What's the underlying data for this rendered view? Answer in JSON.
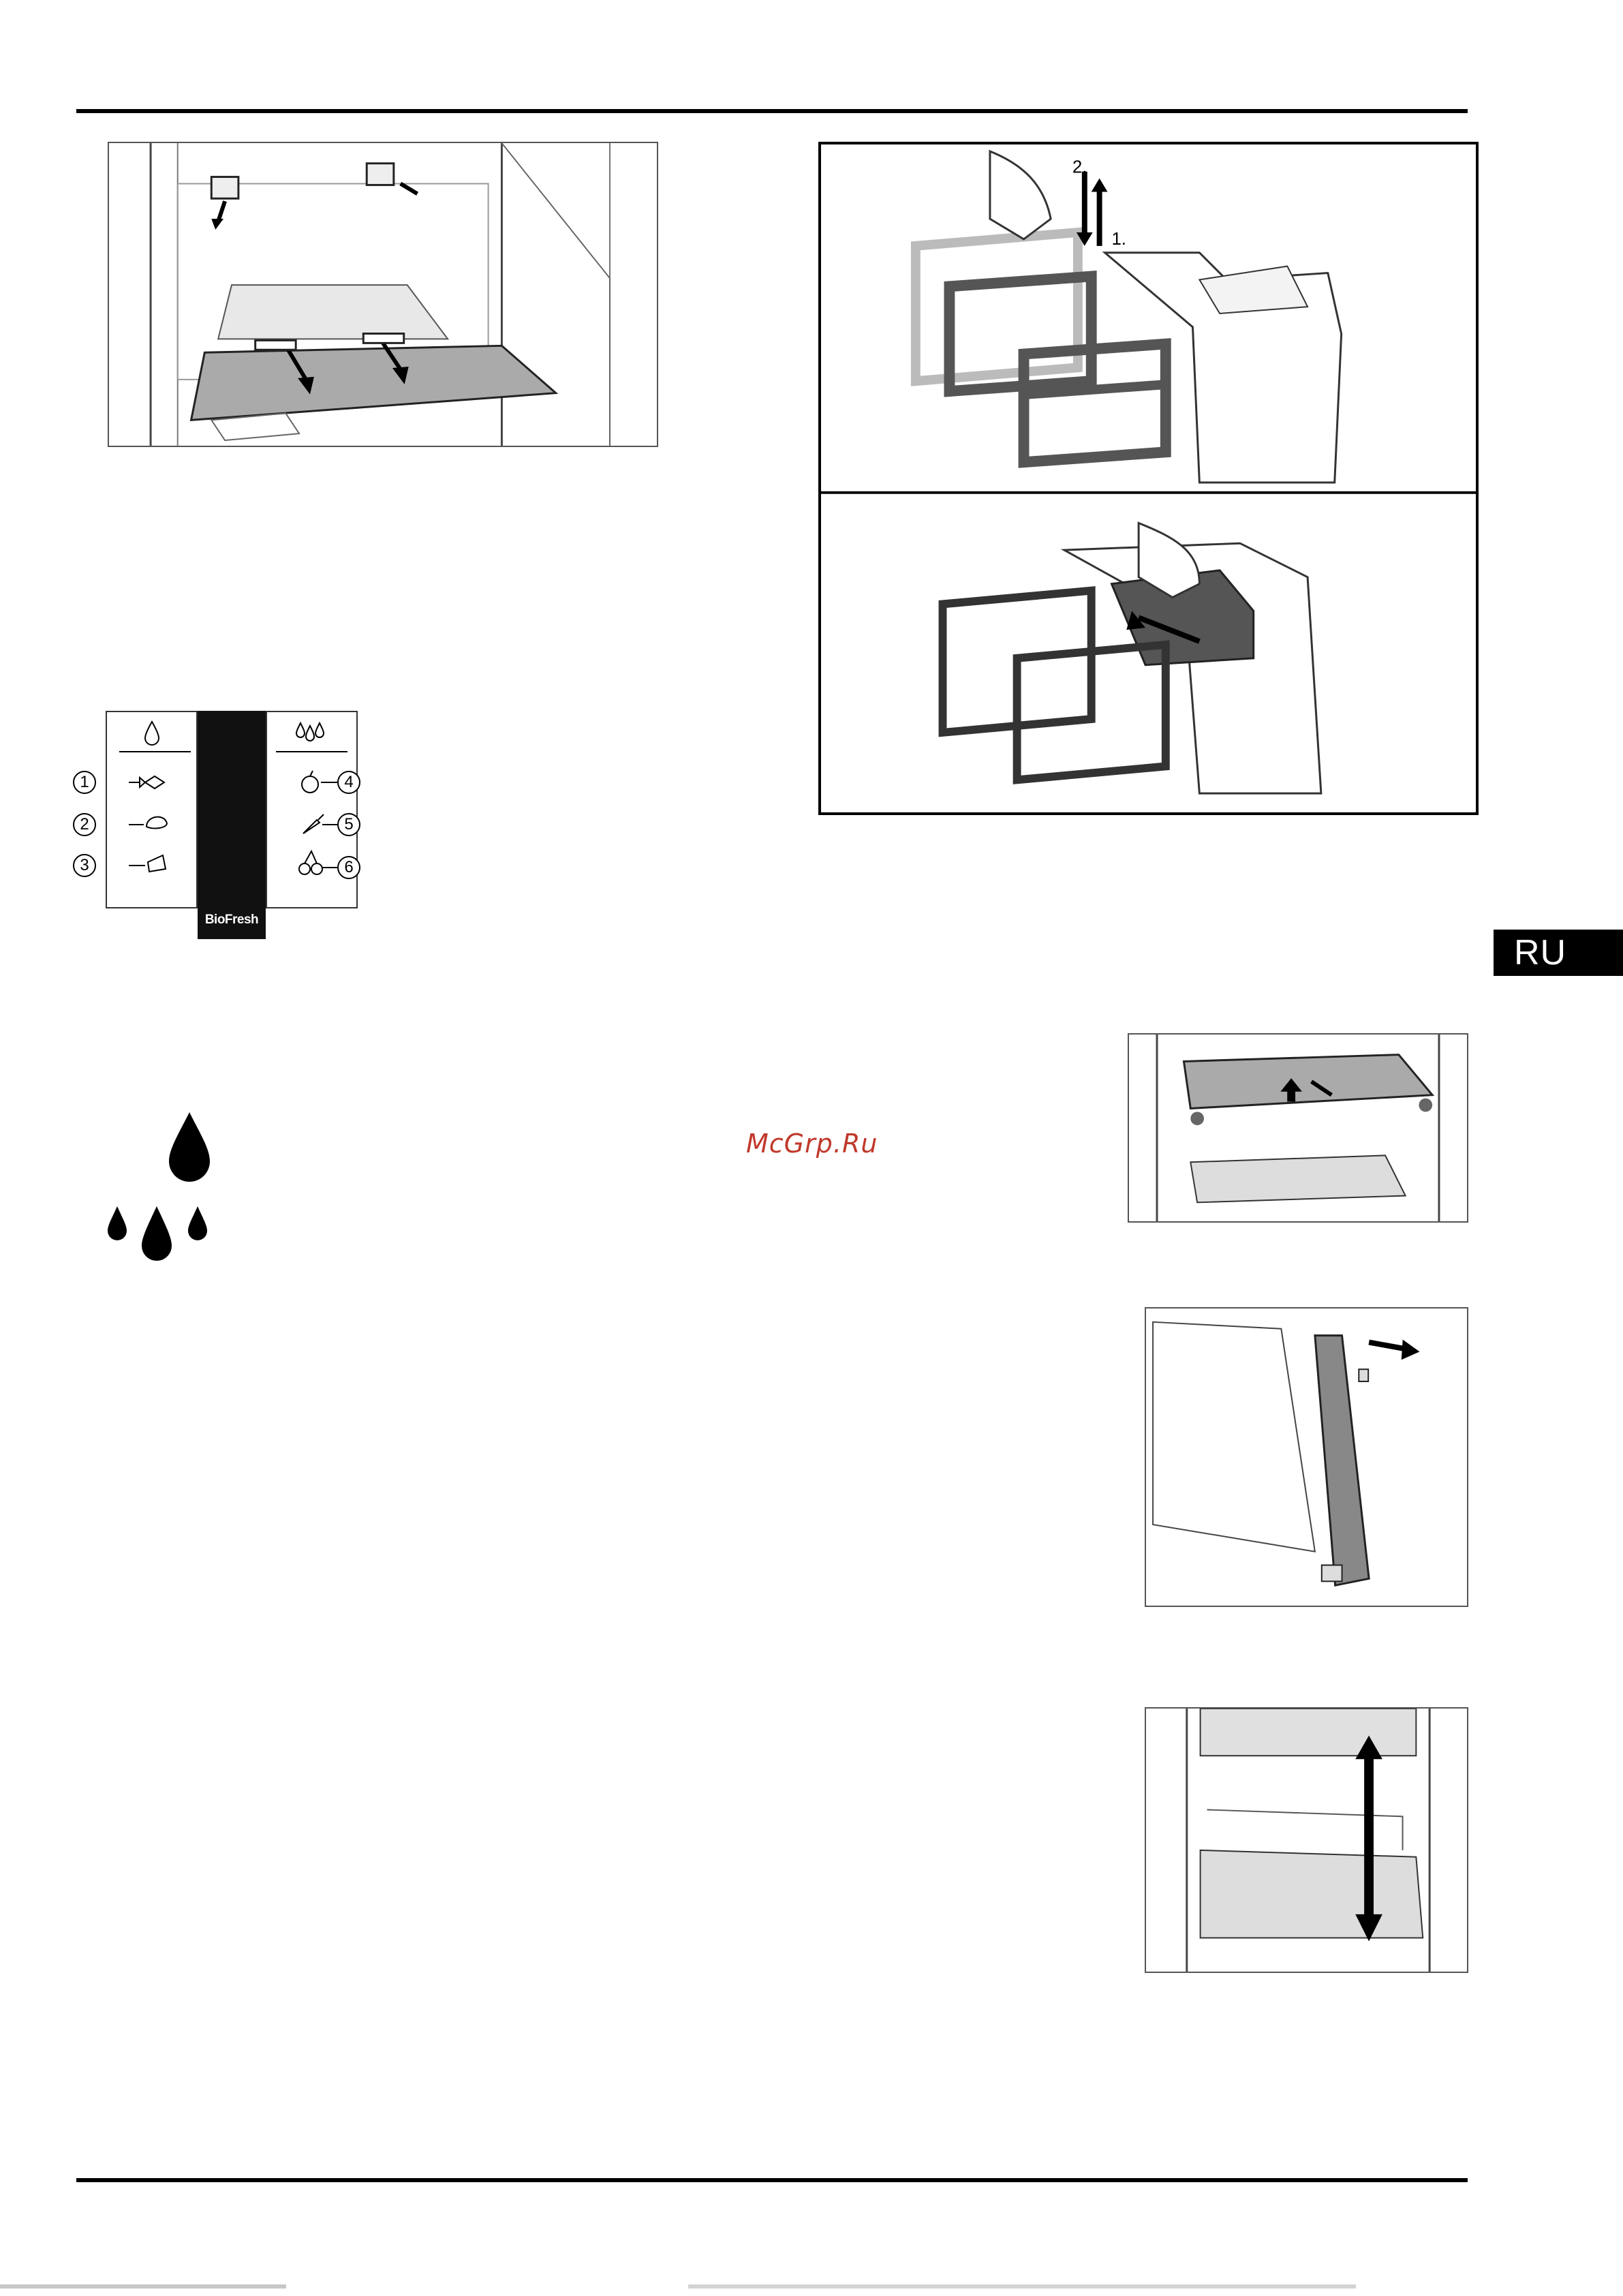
{
  "page": {
    "language_tab": "RU",
    "watermark": "McGrp.Ru"
  },
  "figures": {
    "container_steps": {
      "step1_label": "1.",
      "step2_label": "2."
    },
    "humidity_panel": {
      "brand_label": "BioFresh",
      "left_numbers": [
        "1",
        "2",
        "3"
      ],
      "right_numbers": [
        "4",
        "5",
        "6"
      ],
      "left_icons": [
        "fish-icon",
        "meat-icon",
        "cheese-icon"
      ],
      "right_icons": [
        "apple-icon",
        "carrot-icon",
        "cherries-icon"
      ],
      "top_left_icon": "single-drop-icon",
      "top_right_icon": "triple-drop-icon"
    },
    "humidity_symbols": {
      "low": "single-drop-icon",
      "high": "triple-drop-icon"
    }
  }
}
